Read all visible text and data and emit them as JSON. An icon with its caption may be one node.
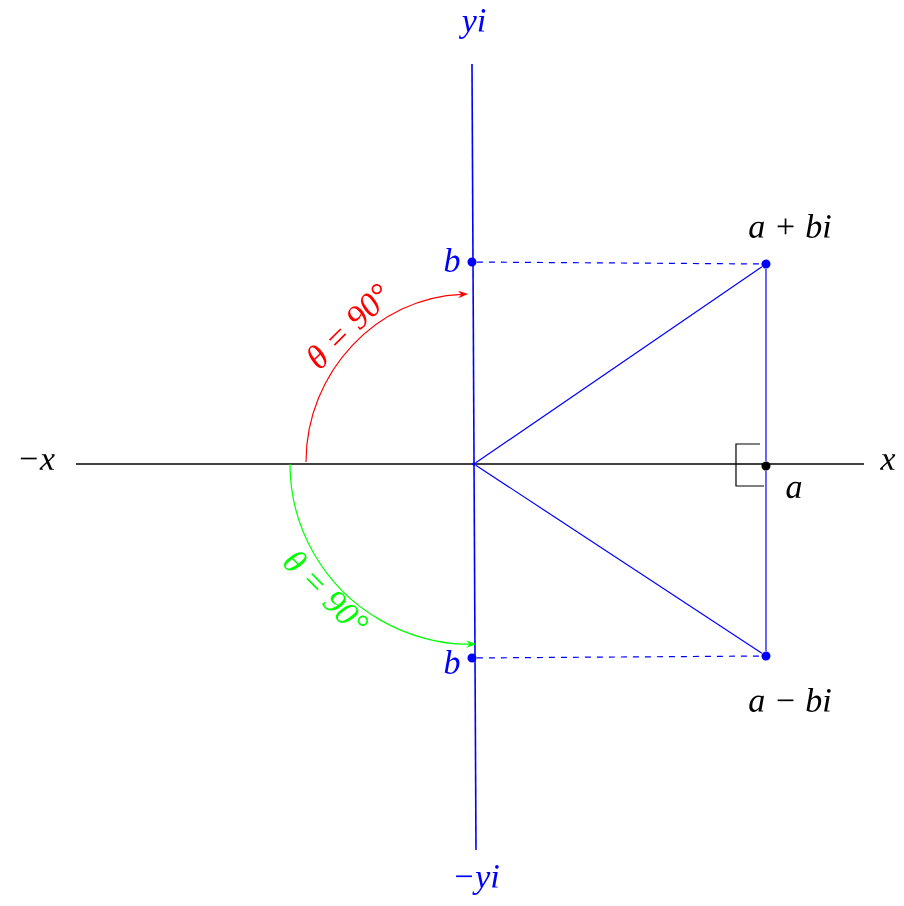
{
  "diagram": {
    "nodes": [
      {
        "text": [
          "a + bi"
        ]
      },
      {
        "text": [
          "a − bi"
        ]
      },
      {
        "text": [
          "b"
        ]
      },
      {
        "text": [
          "b"
        ]
      },
      {
        "text": [
          "a"
        ]
      },
      {
        "text": [],
        "shape": "point"
      }
    ],
    "edges": [
      {
        "from": 2,
        "to": 0,
        "arrow": "none",
        "style": "dashed"
      },
      {
        "from": 3,
        "to": 1,
        "arrow": "none",
        "style": "dashed"
      },
      {
        "from": 5,
        "to": 0,
        "arrow": "none"
      },
      {
        "from": 5,
        "to": 1,
        "arrow": "none"
      },
      {
        "from": 0,
        "to": 4,
        "arrow": "none"
      },
      {
        "from": 4,
        "to": 1,
        "arrow": "none"
      }
    ],
    "labels": [
      "yi",
      "−x",
      "x",
      "−yi",
      "θ = 90°",
      "θ = 90°"
    ]
  }
}
